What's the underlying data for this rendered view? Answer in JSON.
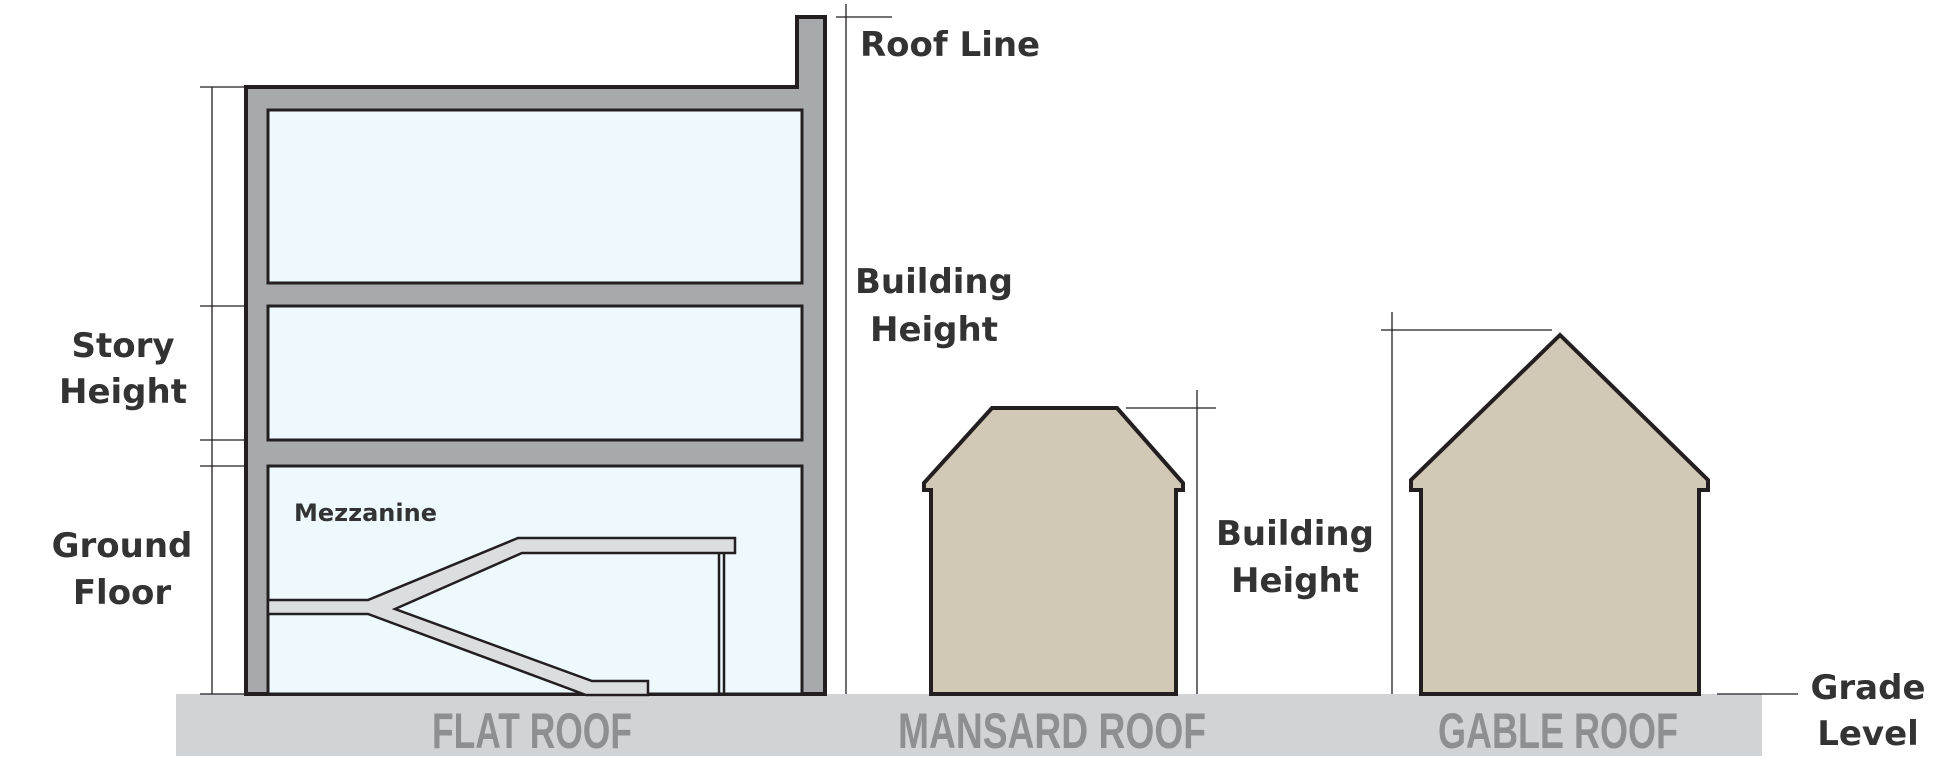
{
  "labels": {
    "roof_line": "Roof Line",
    "building_height_left_1": "Building",
    "building_height_left_2": "Height",
    "story_height_1": "Story",
    "story_height_2": "Height",
    "ground_floor_1": "Ground",
    "ground_floor_2": "Floor",
    "mezzanine": "Mezzanine",
    "building_height_right_1": "Building",
    "building_height_right_2": "Height",
    "grade_level_1": "Grade",
    "grade_level_2": "Level"
  },
  "roof_types": {
    "flat": "FLAT ROOF",
    "mansard": "MANSARD ROOF",
    "gable": "GABLE ROOF"
  },
  "colors": {
    "wall": "#a7a9ac",
    "outline": "#231f20",
    "window": "#eef9fd",
    "house_fill": "#d2c8b6",
    "grade_band": "#d1d3d6",
    "band_text": "#8d8f92",
    "label_text": "#333333"
  }
}
